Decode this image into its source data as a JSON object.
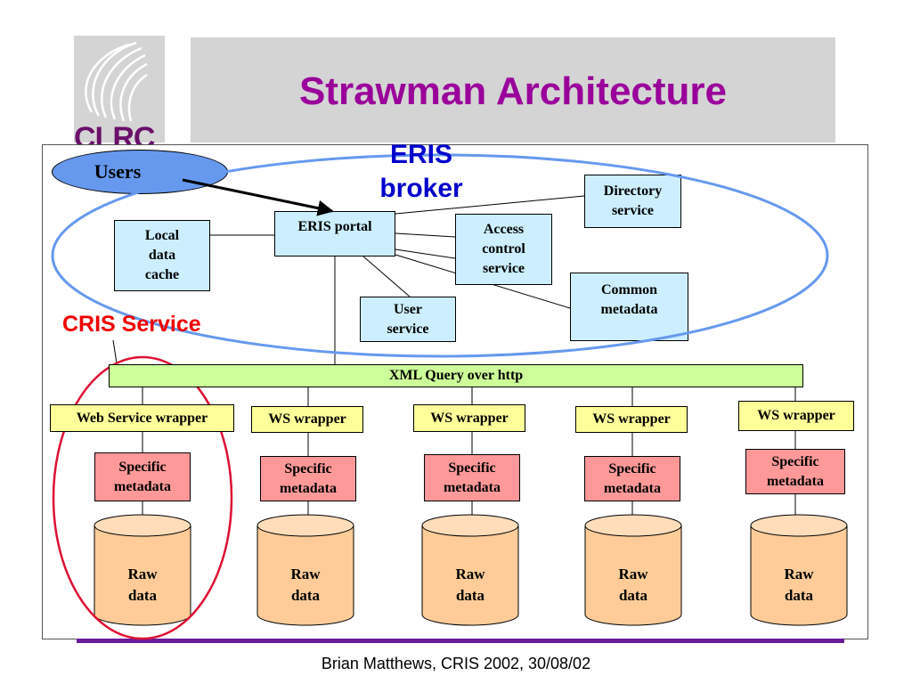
{
  "slide": {
    "title": "Strawman Architecture",
    "logo_text": "CLRC",
    "footer": "Brian Matthews, CRIS 2002, 30/08/02"
  },
  "labels": {
    "eris_broker_line1": "ERIS",
    "eris_broker_line2": "broker",
    "cris_service": "CRIS Service"
  },
  "nodes": {
    "users": "Users",
    "eris_portal": "ERIS portal",
    "local_cache": [
      "Local",
      "data",
      "cache"
    ],
    "directory": [
      "Directory",
      "service"
    ],
    "access_control": [
      "Access",
      "control",
      "service"
    ],
    "common_metadata": [
      "Common",
      "metadata"
    ],
    "user_service": [
      "User",
      "service"
    ],
    "xml_query": "XML Query over http"
  },
  "wrappers": [
    "Web Service wrapper",
    "WS wrapper",
    "WS wrapper",
    "WS wrapper",
    "WS wrapper"
  ],
  "metadata_boxes": [
    [
      "Specific",
      "metadata"
    ],
    [
      "Specific",
      "metadata"
    ],
    [
      "Specific",
      "metadata"
    ],
    [
      "Specific",
      "metadata"
    ],
    [
      "Specific",
      "metadata"
    ]
  ],
  "raw_data": [
    [
      "Raw",
      "data"
    ],
    [
      "Raw",
      "data"
    ],
    [
      "Raw",
      "data"
    ],
    [
      "Raw",
      "data"
    ],
    [
      "Raw",
      "data"
    ]
  ],
  "colors": {
    "title": "#990099",
    "eris_label": "#0000cc",
    "cris_label": "#ee0000",
    "service_box": "#cceeff",
    "wrapper_box": "#ffff99",
    "metadata_box": "#ff9999",
    "query_bar": "#ccff99",
    "cylinder": "#ffcc99",
    "broker_ellipse": "#6699ee",
    "cris_ellipse": "#dd1133"
  }
}
